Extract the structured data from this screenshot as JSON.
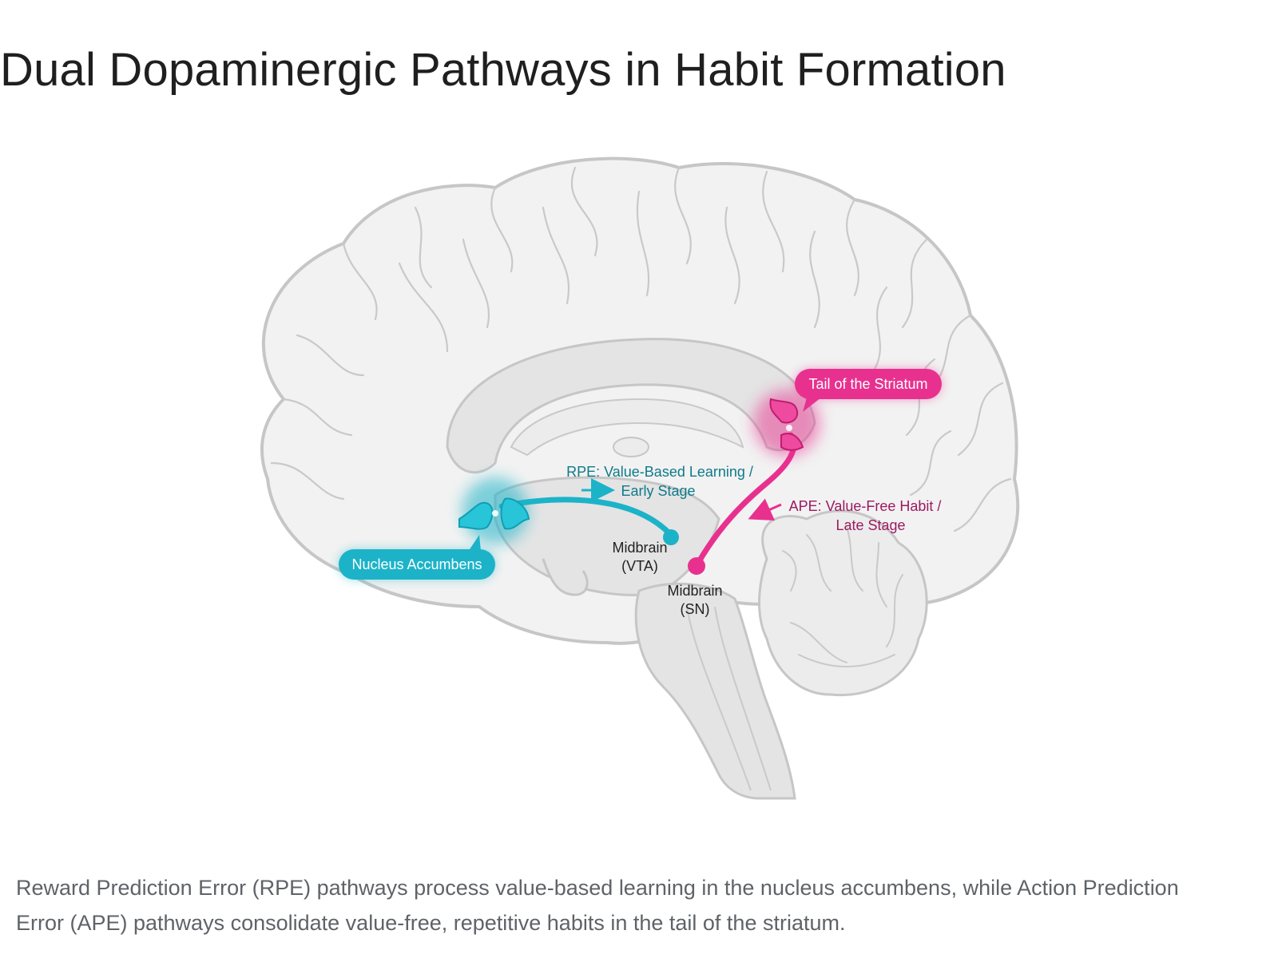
{
  "title": "Dual Dopaminergic Pathways in Habit Formation",
  "colors": {
    "rpe_accent": "#1cb3c8",
    "ape_accent": "#e8318f",
    "rpe_text": "#0f7a8a",
    "ape_text": "#9c1a62",
    "brain_fill": "#f2f2f2",
    "brain_outline": "#c6c6c6",
    "inner_fill": "#e4e4e4"
  },
  "diagram": {
    "nucleus_accumbens": "Nucleus Accumbens",
    "tail_striatum": "Tail of the Striatum",
    "rpe_line1": "RPE: Value-Based Learning /",
    "rpe_line2": "Early Stage",
    "ape_line1": "APE: Value-Free Habit /",
    "ape_line2": "Late Stage",
    "vta_line1": "Midbrain",
    "vta_line2": "(VTA)",
    "sn_line1": "Midbrain",
    "sn_line2": "(SN)",
    "icons": [
      "synapse-icon",
      "arrow-right-icon",
      "arrow-left-icon"
    ]
  },
  "caption": "Reward Prediction Error (RPE) pathways process value-based learning in the nucleus accumbens, while Action Prediction Error (APE) pathways consolidate value-free, repetitive habits in the tail of the striatum."
}
